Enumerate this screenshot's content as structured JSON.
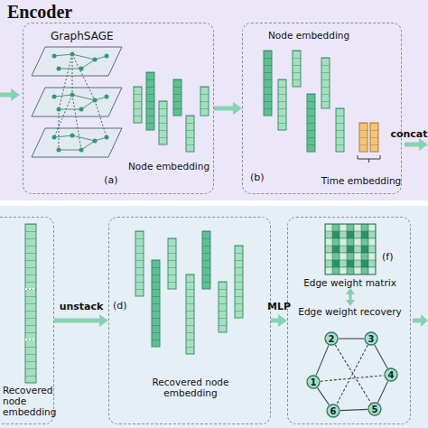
{
  "diagram": {
    "title": "Encoder",
    "nodes": [
      {
        "text": [
          "Encoder"
        ]
      },
      {
        "text": [
          "GraphSAGE",
          "Node embedding",
          "(a)"
        ],
        "in": 0
      },
      {
        "text": [
          "Node embedding",
          "Time embedding",
          "(b)"
        ],
        "in": 0
      },
      {
        "text": [
          "Recovered node embedding"
        ]
      },
      {
        "text": [
          "Recovered node embedding",
          "(d)"
        ]
      },
      {
        "text": [
          "Edge weight matrix",
          "Edge weight recovery",
          "(f)"
        ]
      },
      {
        "text": [
          "1"
        ],
        "in": 5
      },
      {
        "text": [
          "2"
        ],
        "in": 5
      },
      {
        "text": [
          "3"
        ],
        "in": 5
      },
      {
        "text": [
          "4"
        ],
        "in": 5
      },
      {
        "text": [
          "5"
        ],
        "in": 5
      },
      {
        "text": [
          "6"
        ],
        "in": 5
      }
    ],
    "edges": [
      {
        "from": 1,
        "to": 2,
        "arrow": "to"
      },
      {
        "from": 3,
        "to": 4,
        "label": "unstack",
        "arrow": "to"
      },
      {
        "from": 4,
        "to": 5,
        "label": "MLP",
        "arrow": "to"
      },
      {
        "from": 6,
        "to": 7,
        "arrow": "none"
      },
      {
        "from": 7,
        "to": 8,
        "arrow": "none"
      },
      {
        "from": 8,
        "to": 9,
        "arrow": "none"
      },
      {
        "from": 9,
        "to": 10,
        "arrow": "none"
      },
      {
        "from": 10,
        "to": 11,
        "arrow": "none"
      },
      {
        "from": 11,
        "to": 6,
        "arrow": "none"
      },
      {
        "from": 7,
        "to": 10,
        "arrow": "none"
      },
      {
        "from": 6,
        "to": 9,
        "arrow": "none"
      },
      {
        "from": 8,
        "to": 11,
        "arrow": "none"
      }
    ],
    "labels": [
      "concat"
    ]
  }
}
